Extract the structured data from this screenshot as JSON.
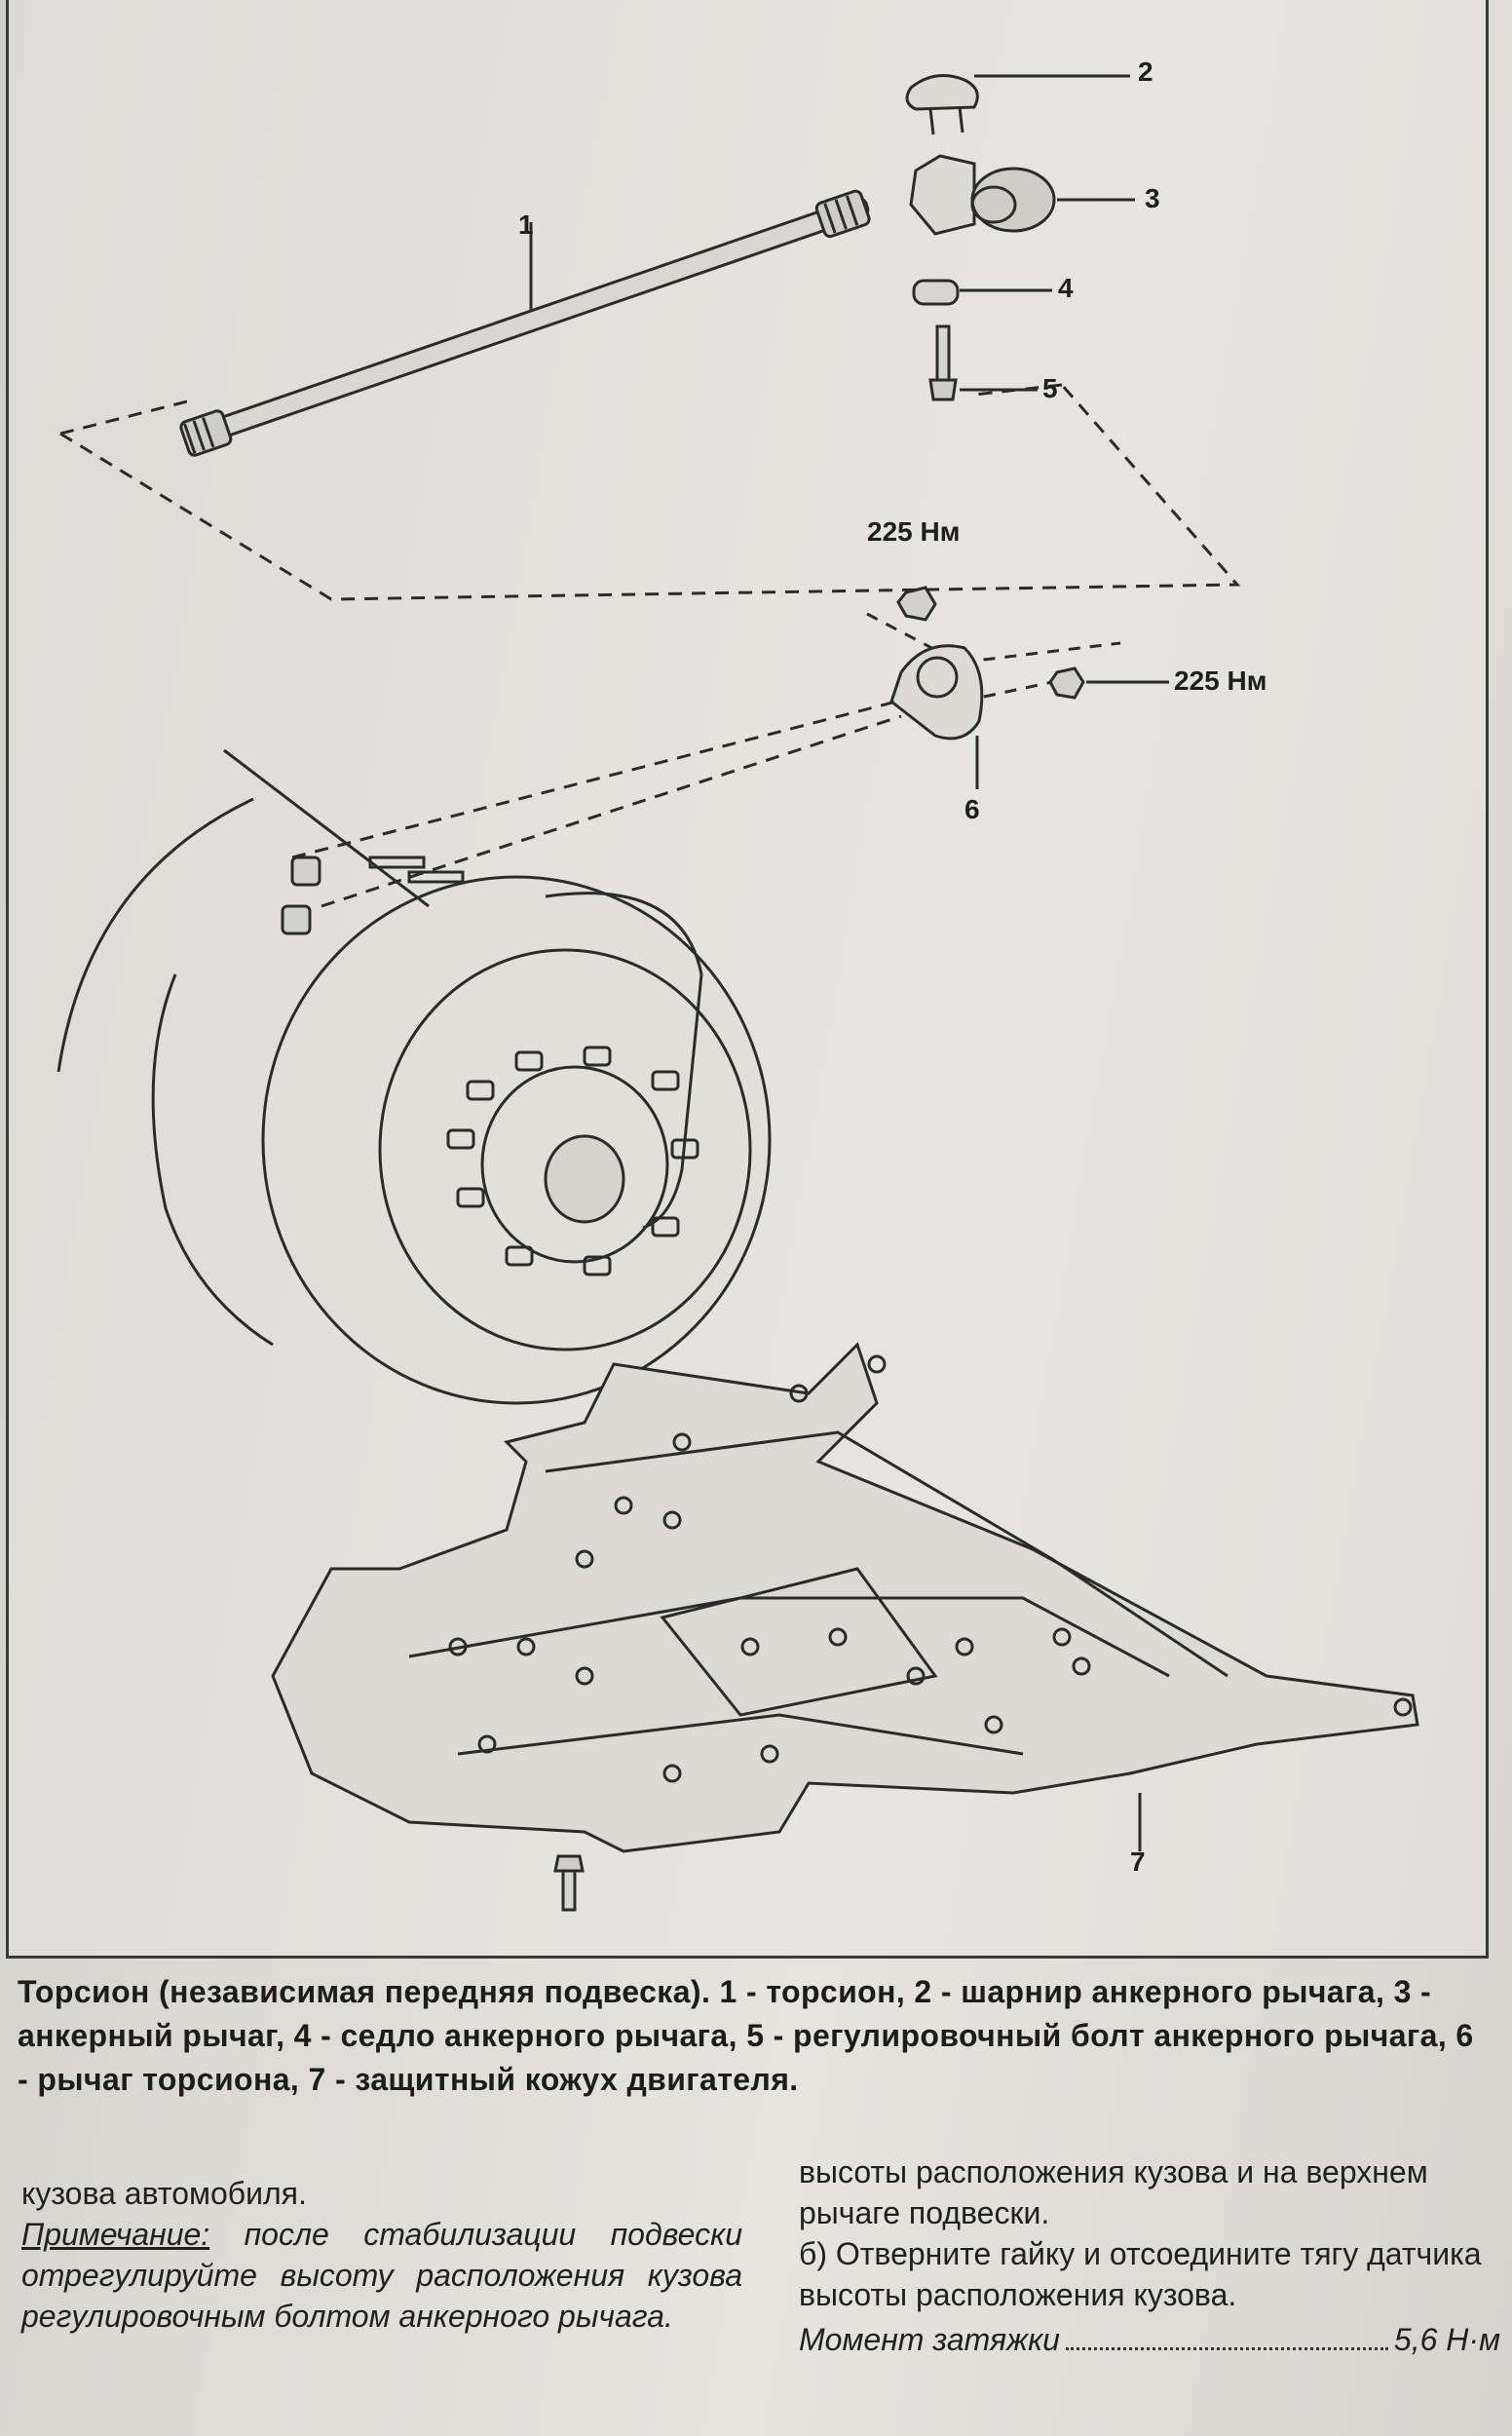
{
  "figure": {
    "callouts": [
      "1",
      "2",
      "3",
      "4",
      "5",
      "6",
      "7"
    ],
    "torque_top": "225 Нм",
    "torque_side": "225 Нм"
  },
  "caption": "Торсион (независимая передняя подвеска). 1 - торсион, 2 - шарнир анкерного рычага, 3 - анкерный рычаг, 4 - седло анкерного рычага, 5 - регулировочный болт анкерного рычага, 6 - рычаг торсиона, 7 - защитный кожух двигателя.",
  "left_column": {
    "line1": "кузова автомобиля.",
    "note_label": "Примечание:",
    "note_text": " после стабилизации подвески отрегулируйте высоту расположения кузова регулировочным болтом анкерного рычага."
  },
  "right_column": {
    "para1": "высоты расположения кузова и на верхнем рычаге подвески.",
    "para2": "б) Отверните гайку и отсоедините тягу датчика высоты расположения кузова.",
    "torque_label": "Момент затяжки",
    "torque_value": "5,6 Н·м"
  }
}
